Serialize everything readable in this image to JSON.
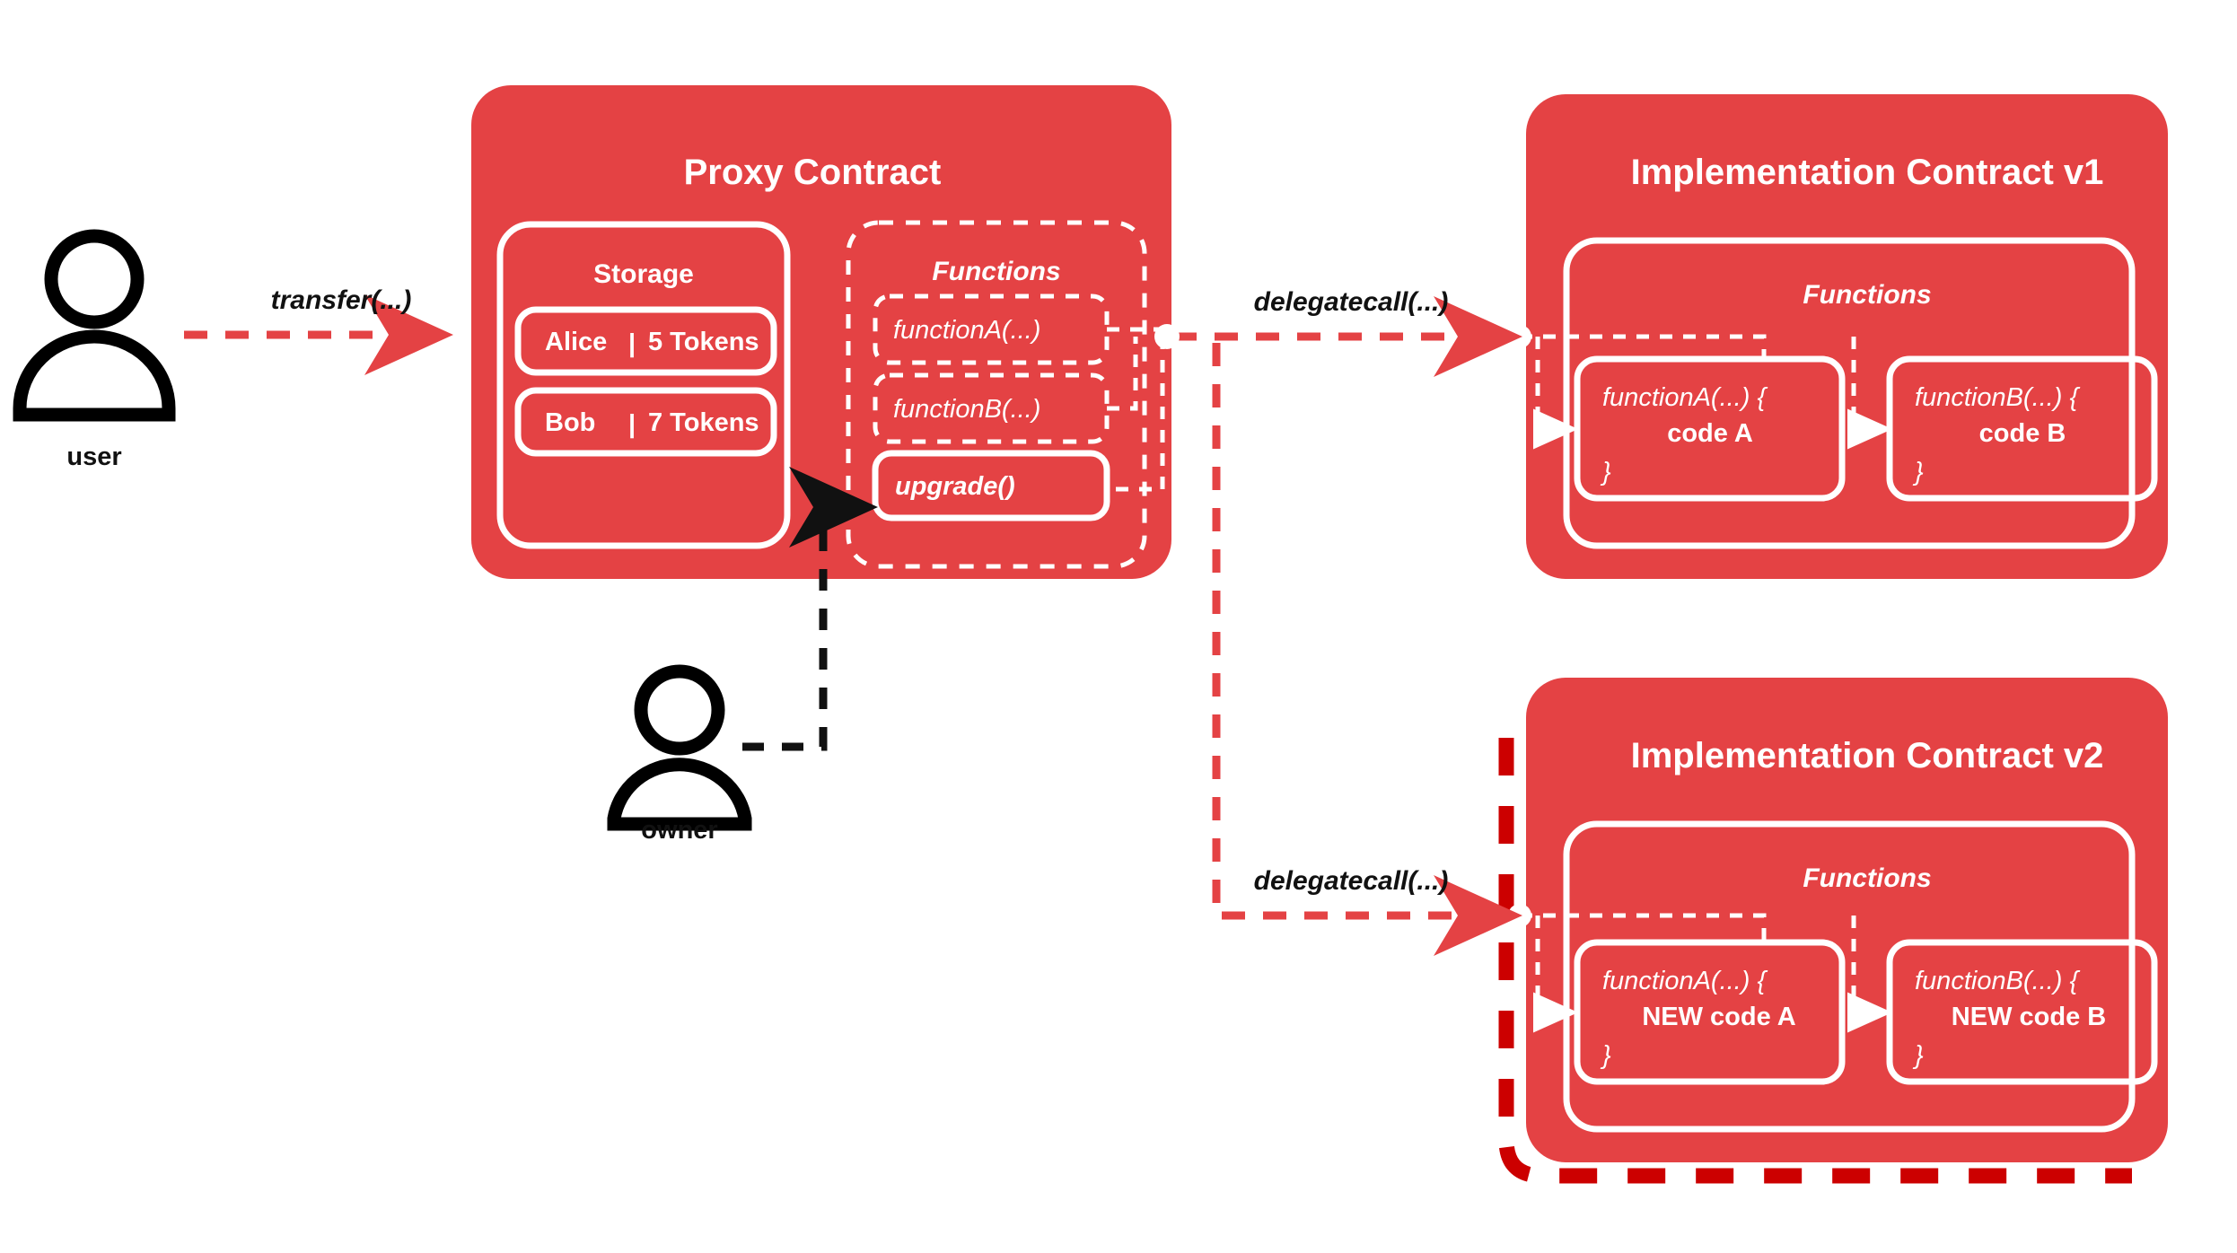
{
  "colors": {
    "card": "#E44244",
    "highlight": "#CC0000",
    "white": "#FFFFFF",
    "black": "#111111",
    "background": "#FFFFFF"
  },
  "actors": [
    {
      "id": "user",
      "label": "user",
      "icon": "person-icon"
    },
    {
      "id": "owner",
      "label": "owner",
      "icon": "person-icon"
    }
  ],
  "edges": [
    {
      "id": "transfer",
      "label": "transfer(...)",
      "from": "user",
      "to": "proxy-contract",
      "style": "dashed-red"
    },
    {
      "id": "delegatecall-v1",
      "label": "delegatecall(...)",
      "from": "proxy-contract",
      "to": "implementation-v1",
      "style": "dashed-red"
    },
    {
      "id": "delegatecall-v2",
      "label": "delegatecall(...)",
      "from": "proxy-contract",
      "to": "implementation-v2",
      "style": "dashed-red"
    },
    {
      "id": "upgrade-call",
      "label": "",
      "from": "owner",
      "to": "upgrade",
      "style": "dashed-black"
    }
  ],
  "proxy": {
    "title": "Proxy Contract",
    "storage": {
      "title": "Storage",
      "rows": [
        {
          "name": "Alice",
          "separator": "|",
          "value": "5 Tokens"
        },
        {
          "name": "Bob",
          "separator": "|",
          "value": "7 Tokens"
        }
      ]
    },
    "functions": {
      "title": "Functions",
      "items": [
        {
          "label": "functionA(...)",
          "style": "dashed",
          "misspelled": false
        },
        {
          "label": "functionB(...)",
          "style": "dashed",
          "misspelled": true
        },
        {
          "label": "upgrade()",
          "style": "solid",
          "misspelled": false
        }
      ]
    }
  },
  "implementations": [
    {
      "id": "implementation-v1",
      "title": "Implementation Contract v1",
      "highlighted": false,
      "functions": {
        "title": "Functions",
        "items": [
          {
            "signature": "functionA(...) {",
            "body": "code A",
            "close": "}",
            "misspelled": false
          },
          {
            "signature": "functionB(...) {",
            "body": "code B",
            "close": "}",
            "misspelled": true
          }
        ]
      }
    },
    {
      "id": "implementation-v2",
      "title": "Implementation Contract v2",
      "highlighted": true,
      "functions": {
        "title": "Functions",
        "items": [
          {
            "signature": "functionA(...) {",
            "body": "NEW code A",
            "close": "}",
            "misspelled": false
          },
          {
            "signature": "functionB(...) {",
            "body": "NEW code B",
            "close": "}",
            "misspelled": true
          }
        ]
      }
    }
  ]
}
